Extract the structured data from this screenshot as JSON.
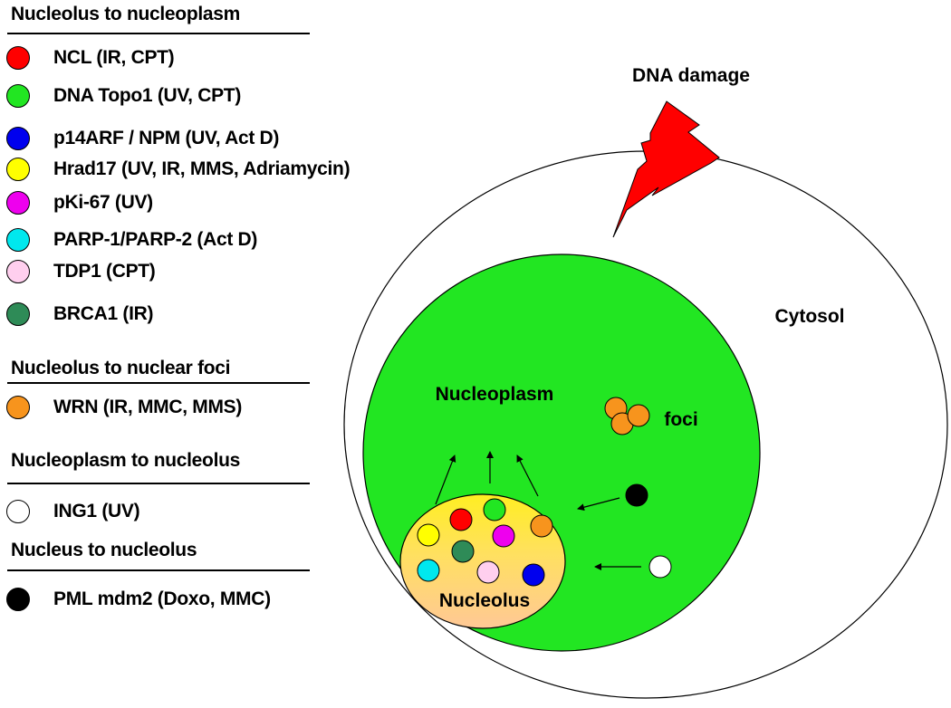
{
  "legend": {
    "sections": [
      {
        "heading": "Nucleolus to nucleoplasm",
        "items": [
          {
            "label": "NCL (IR, CPT)",
            "color": "#ff0000"
          },
          {
            "label": "DNA Topo1 (UV, CPT)",
            "color": "#22e622"
          },
          {
            "label": "p14ARF / NPM (UV, Act D)",
            "color": "#0000ee"
          },
          {
            "label": "Hrad17 (UV, IR, MMS, Adriamycin)",
            "color": "#ffff00"
          },
          {
            "label": "pKi-67 (UV)",
            "color": "#ee00ee"
          },
          {
            "label": "PARP-1/PARP-2 (Act D)",
            "color": "#00e8ee"
          },
          {
            "label": "TDP1 (CPT)",
            "color": "#ffcfee"
          },
          {
            "label": "BRCA1 (IR)",
            "color": "#2e8b57"
          }
        ]
      },
      {
        "heading": "Nucleolus to nuclear foci",
        "items": [
          {
            "label": "WRN (IR, MMC, MMS)",
            "color": "#f7941d"
          }
        ]
      },
      {
        "heading": "Nucleoplasm to nucleolus",
        "items": [
          {
            "label": "ING1 (UV)",
            "color": "#ffffff"
          }
        ]
      },
      {
        "heading": "Nucleus to nucleolus",
        "items": [
          {
            "label": "PML mdm2 (Doxo, MMC)",
            "color": "#000000"
          }
        ]
      }
    ]
  },
  "diagram": {
    "dna_damage_label": "DNA damage",
    "cytosol_label": "Cytosol",
    "nucleoplasm_label": "Nucleoplasm",
    "foci_label": "foci",
    "nucleolus_label": "Nucleolus",
    "colors": {
      "cytosol_fill": "#ffffff",
      "nucleoplasm_fill": "#22e622",
      "nucleolus_fill_top": "#ffee22",
      "nucleolus_fill_bottom": "#ffc896",
      "lightning_fill": "#ff0000"
    }
  }
}
